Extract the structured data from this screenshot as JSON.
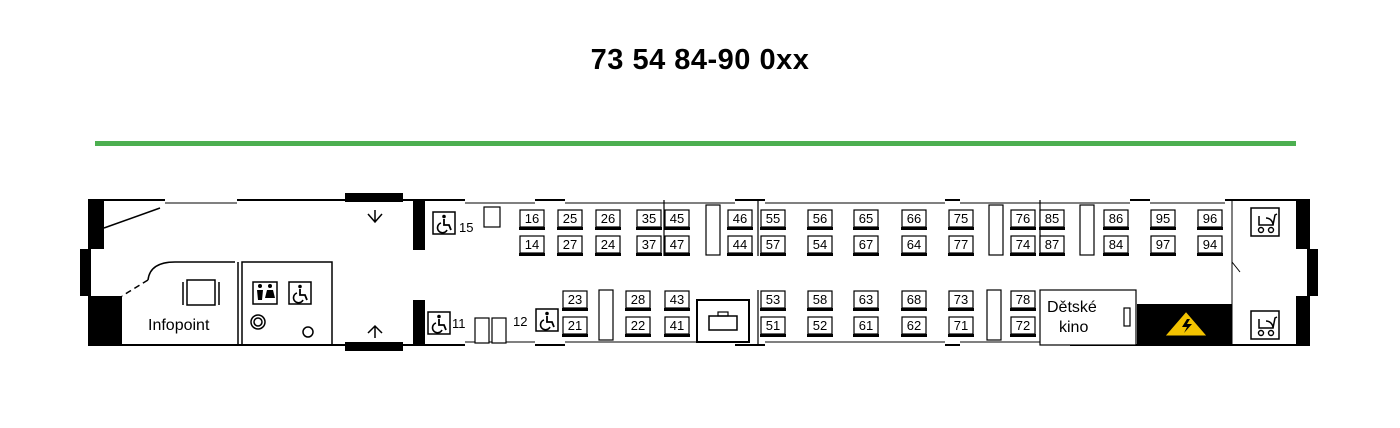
{
  "title": "73 54 84-90 0xx",
  "colors": {
    "class_line": "#4caf50",
    "outline": "#000000",
    "warning": "#f2c200"
  },
  "labels": {
    "infopoint": "Infopoint",
    "cinema_line1": "Dětské",
    "cinema_line2": "kino"
  },
  "icons": {
    "wheelchair": "wheelchair-icon",
    "wc": "toilet-icon",
    "stroller": "stroller-icon",
    "high_voltage": "high-voltage-icon",
    "luggage": "luggage-icon",
    "door_arrow": "arrow-icon"
  },
  "wheelchair_places": [
    "15",
    "11",
    "12"
  ],
  "seats": {
    "upper_window": [
      "16",
      "25",
      "26",
      "35",
      "45",
      "46",
      "55",
      "56",
      "65",
      "66",
      "75",
      "76",
      "85",
      "86",
      "95",
      "96"
    ],
    "upper_aisle": [
      "14",
      "27",
      "24",
      "37",
      "47",
      "44",
      "57",
      "54",
      "67",
      "64",
      "77",
      "74",
      "87",
      "84",
      "97",
      "94"
    ],
    "lower_aisle": [
      "23",
      "28",
      "43",
      "53",
      "58",
      "63",
      "68",
      "73",
      "78"
    ],
    "lower_window": [
      "21",
      "22",
      "41",
      "51",
      "52",
      "61",
      "62",
      "71",
      "72"
    ]
  }
}
